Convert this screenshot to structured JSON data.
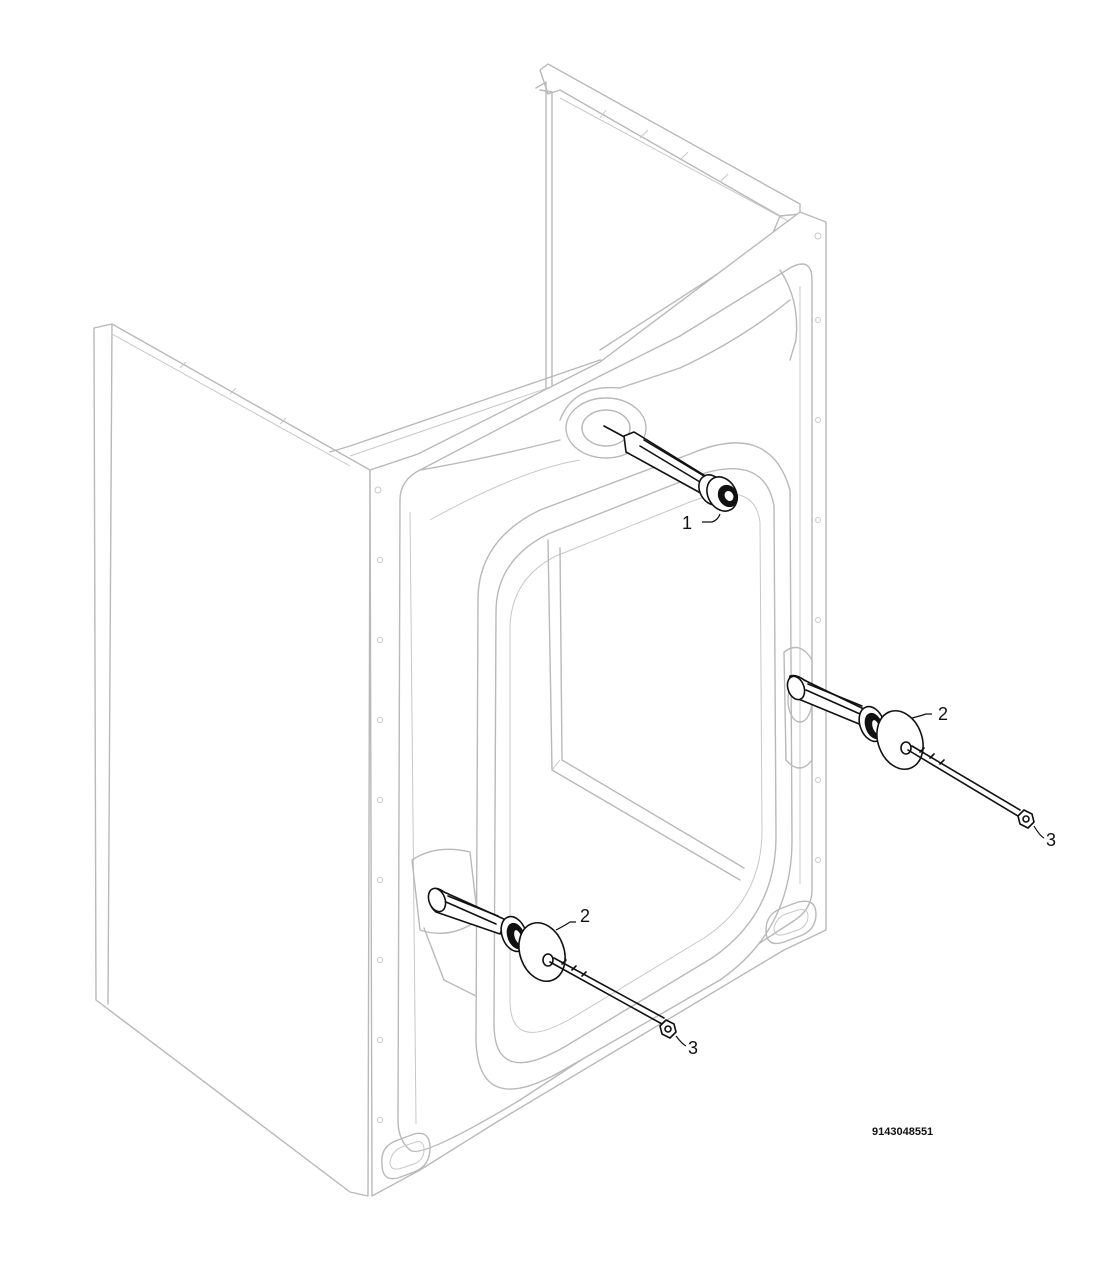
{
  "diagram": {
    "drawing_number": "9143048551",
    "callouts": {
      "shaft_top": "1",
      "washer_right": "2",
      "washer_left": "2",
      "nut_right": "3",
      "nut_left": "3"
    }
  },
  "colors": {
    "ghost_outline": "#b9b9b9",
    "part_outline": "#111111",
    "background": "#ffffff"
  }
}
